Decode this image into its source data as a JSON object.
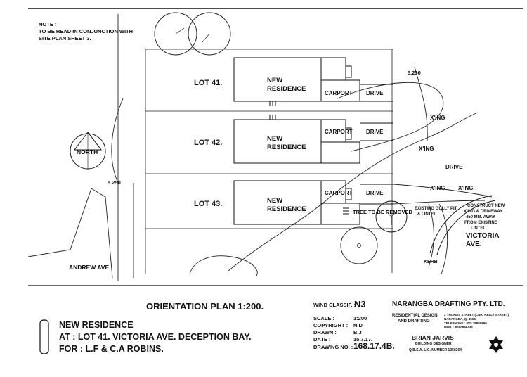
{
  "note": {
    "heading": "NOTE :",
    "line1": "TO BE READ IN CONJUNCTION WITH",
    "line2": "SITE PLAN SHEET 3."
  },
  "plan": {
    "north": "NORTH",
    "lot41": "LOT 41.",
    "lot42": "LOT 42.",
    "lot43": "LOT 43.",
    "new": "NEW",
    "residence": "RESIDENCE",
    "carport": "CARPORT",
    "drive": "DRIVE",
    "xing": "X'ING",
    "level_right": "5.250",
    "level_left": "5.250",
    "tree_removed": "TREE TO BE REMOVED",
    "gully1": "EXISTING GULLY PIT",
    "gully2": "& LINTEL",
    "construct1": "CONSTRUCT NEW",
    "construct2": "X'ING & DRIVEWAY",
    "construct3": "450 MM. AWAY",
    "construct4": "FROM EXISTING",
    "construct5": "LINTEL",
    "victoria1": "VICTORIA",
    "victoria2": "AVE.",
    "kerb": "KERB",
    "andrew": "ANDREW AVE."
  },
  "title_block": {
    "orientation": "ORIENTATION PLAN 1:200.",
    "project": "NEW RESIDENCE",
    "at": "AT   : LOT 41. VICTORIA AVE. DECEPTION BAY.",
    "for": "FOR : L.F & C.A ROBINS.",
    "wind_label": "WIND CLASSIF. :",
    "wind_value": "N3",
    "scale_label": "SCALE :",
    "scale_value": "1:200",
    "copyright_label": "COPYRIGHT :",
    "copyright_value": "N.D",
    "drawn_label": "DRAWN :",
    "drawn_value": "B.J",
    "date_label": "DATE :",
    "date_value": "15.7.17.",
    "drawing_label": "DRAWING NO. :",
    "drawing_value": "168.17.4B.",
    "company": "NARANGBA DRAFTING PTY. LTD.",
    "service1": "RESIDENTIAL DESIGN",
    "service2": "AND DRAFTING",
    "addr1": "2 THOMAS STREET (CNR. KELLY STREET)",
    "addr2": "NARANGBA, Q. 4504",
    "addr3": "TELEPHONE : (07) 38886899",
    "addr4": "MOB. : 0400896444",
    "designer_name": "BRIAN JARVIS",
    "designer_title": "BUILDING DESIGNER",
    "licence": "Q.B.S.A. LIC. NUMBER 1250264"
  }
}
